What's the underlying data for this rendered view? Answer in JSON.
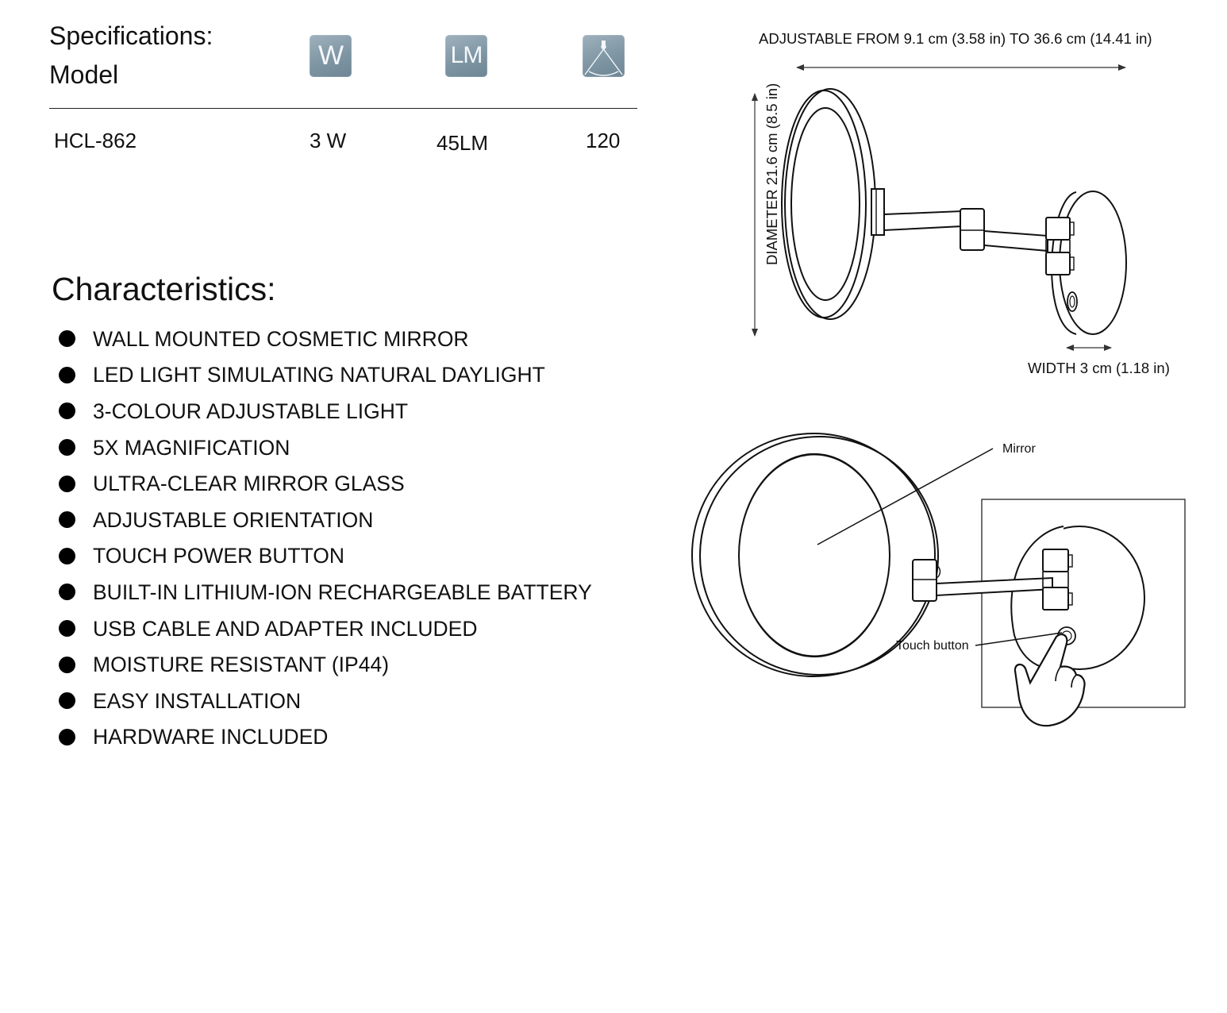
{
  "specifications": {
    "title": "Specifications:",
    "model_label": "Model",
    "icons": {
      "watt": {
        "label": "W",
        "icon": "watt-icon"
      },
      "lumen": {
        "label": "LM",
        "icon": "lumen-icon"
      },
      "angle": {
        "icon": "beam-angle-icon"
      }
    },
    "row": {
      "model": "HCL-862",
      "watt": "3 W",
      "lumen": "45LM",
      "angle": "120"
    },
    "icon_color": "#8499a7"
  },
  "characteristics": {
    "title": "Characteristics:",
    "items": [
      "WALL MOUNTED COSMETIC MIRROR",
      "LED LIGHT SIMULATING NATURAL  DAYLIGHT",
      "3-COLOUR ADJUSTABLE LIGHT",
      "5X MAGNIFICATION",
      "ULTRA-CLEAR MIRROR GLASS",
      "ADJUSTABLE ORIENTATION",
      "TOUCH POWER BUTTON",
      "BUILT-IN LITHIUM-ION RECHARGEABLE BATTERY",
      "USB CABLE AND ADAPTER INCLUDED",
      "MOISTURE RESISTANT (IP44)",
      "EASY INSTALLATION",
      "HARDWARE INCLUDED"
    ]
  },
  "dimensions": {
    "adjustable": "ADJUSTABLE FROM  9.1 cm (3.58 in) TO 36.6 cm (14.41 in)",
    "diameter": "DIAMETER  21.6 cm (8.5 in)",
    "width": "WIDTH 3 cm (1.18 in)"
  },
  "callouts": {
    "mirror": "Mirror",
    "touch_button": "Touch button"
  }
}
